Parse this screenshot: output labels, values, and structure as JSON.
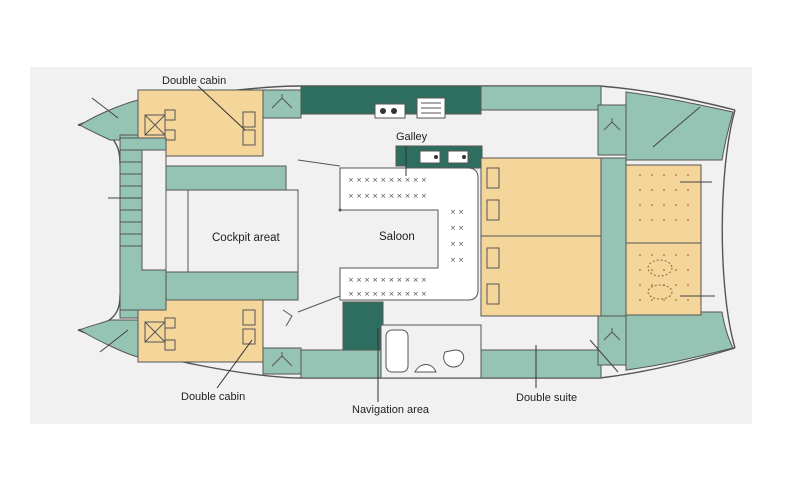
{
  "labels": {
    "double_cabin_top": "Double cabin",
    "double_cabin_bottom": "Double cabin",
    "cockpit": "Cockpit areat",
    "saloon": "Saloon",
    "galley": "Galley",
    "navigation": "Navigation area",
    "double_suite": "Double suite"
  },
  "colors": {
    "teal": "#95c4b4",
    "dark_teal": "#2e6e60",
    "sand": "#f4d59a",
    "outline": "#555555",
    "background_panel": "#f1f1f1"
  }
}
